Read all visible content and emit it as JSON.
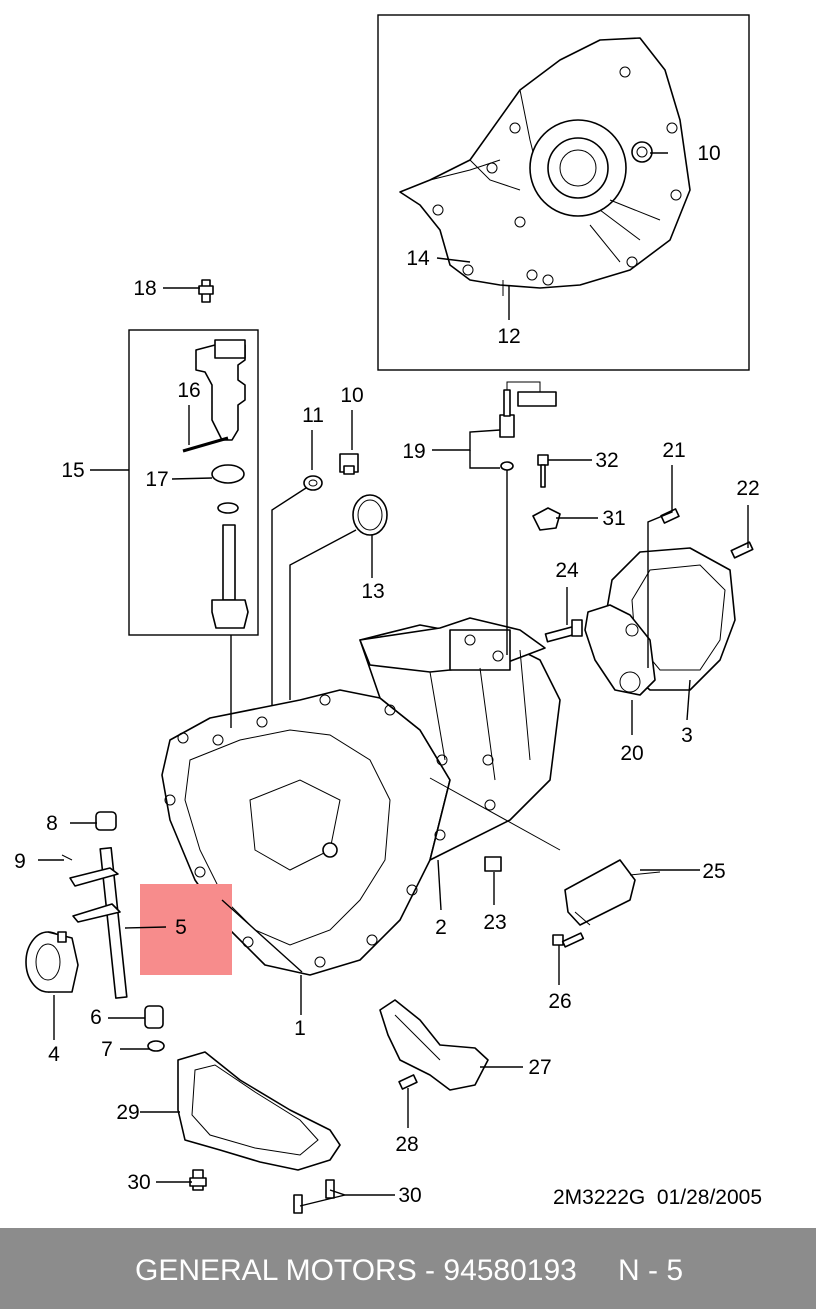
{
  "callouts": {
    "c1": "1",
    "c2": "2",
    "c3": "3",
    "c4": "4",
    "c5": "5",
    "c6": "6",
    "c7": "7",
    "c8": "8",
    "c9": "9",
    "c10_inset": "10",
    "c10": "10",
    "c11": "11",
    "c12": "12",
    "c13": "13",
    "c14": "14",
    "c15": "15",
    "c16": "16",
    "c17": "17",
    "c18": "18",
    "c19": "19",
    "c20": "20",
    "c21": "21",
    "c22": "22",
    "c23": "23",
    "c24": "24",
    "c25": "25",
    "c26": "26",
    "c27": "27",
    "c28": "28",
    "c29": "29",
    "c30a": "30",
    "c30b": "30",
    "c31": "31",
    "c32": "32"
  },
  "stamp": {
    "code": "2M3222G",
    "date": "01/28/2005"
  },
  "footer": {
    "brand": "GENERAL MOTORS - 94580193",
    "page": "N - 5"
  },
  "colors": {
    "highlight": "#f78c8c",
    "footer_bg": "#8c8c8c"
  },
  "highlighted_part": "5"
}
